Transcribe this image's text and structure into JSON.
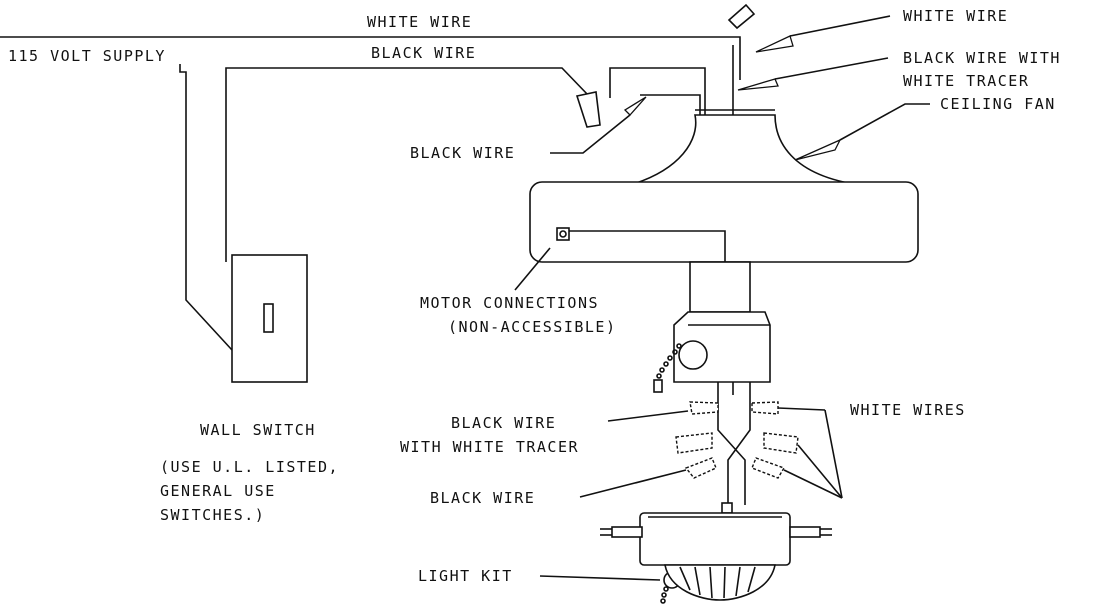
{
  "labels": {
    "white_wire_top": "WHITE WIRE",
    "supply": "115 VOLT SUPPLY",
    "black_wire_top": "BLACK WIRE",
    "white_wire_right": "WHITE WIRE",
    "black_tracer_1": "BLACK WIRE WITH",
    "black_tracer_2": "WHITE TRACER",
    "ceiling_fan": "CEILING FAN",
    "black_wire_left": "BLACK WIRE",
    "motor_1": "MOTOR CONNECTIONS",
    "motor_2": "(NON-ACCESSIBLE)",
    "black_wire_tracer_low_1": "BLACK WIRE",
    "black_wire_tracer_low_2": "WITH WHITE TRACER",
    "white_wires": "WHITE WIRES",
    "wall_switch": "WALL SWITCH",
    "use_1": "(USE U.L. LISTED,",
    "use_2": "GENERAL USE",
    "use_3": "SWITCHES.)",
    "black_wire_low": "BLACK WIRE",
    "light_kit": "LIGHT KIT"
  }
}
